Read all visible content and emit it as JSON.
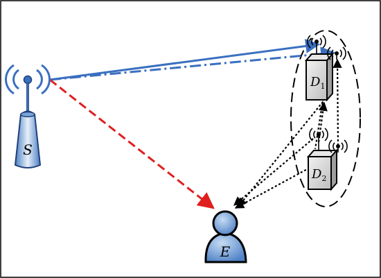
{
  "labels": {
    "source": "S",
    "eavesdropper": "E",
    "device1": "D",
    "device1_sub": "1",
    "device2": "D",
    "device2_sub": "2"
  },
  "colors": {
    "source_link": "#3a6fc0",
    "eavesdrop_link": "#e01f1f",
    "relay_link": "#000000",
    "tower_fill": "#6c9ad4",
    "user_fill": "#6a98d6",
    "device_fill": "#d4d4d4"
  },
  "icons": [
    "antenna-tower-icon",
    "user-icon",
    "device-icon",
    "signal-waves-icon"
  ]
}
